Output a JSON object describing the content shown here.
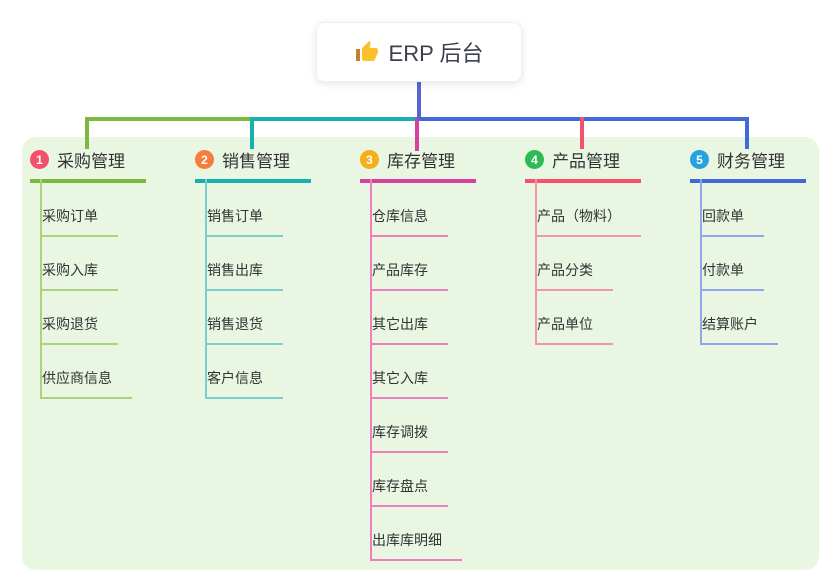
{
  "root": {
    "title": "ERP 后台",
    "icon": "thumbs-up-icon"
  },
  "panel_color": "#e9f6e2",
  "connectors": {
    "root_stem_color": "#5964d4"
  },
  "branches": [
    {
      "index": "1",
      "label": "采购管理",
      "badge_color": "#f3516b",
      "line_color": "#7eb73d",
      "child_line_color": "#a9d47d",
      "children": [
        "采购订单",
        "采购入库",
        "采购退货",
        "供应商信息"
      ]
    },
    {
      "index": "2",
      "label": "销售管理",
      "badge_color": "#f57e3e",
      "line_color": "#14b1ae",
      "child_line_color": "#79d0ca",
      "children": [
        "销售订单",
        "销售出库",
        "销售退货",
        "客户信息"
      ]
    },
    {
      "index": "3",
      "label": "库存管理",
      "badge_color": "#f9ad19",
      "line_color": "#d6419f",
      "child_line_color": "#ee7fc1",
      "children": [
        "仓库信息",
        "产品库存",
        "其它出库",
        "其它入库",
        "库存调拨",
        "库存盘点",
        "出库库明细"
      ]
    },
    {
      "index": "4",
      "label": "产品管理",
      "badge_color": "#2dbb55",
      "line_color": "#f4516c",
      "child_line_color": "#f895a2",
      "children": [
        "产品（物料）",
        "产品分类",
        "产品单位"
      ]
    },
    {
      "index": "5",
      "label": "财务管理",
      "badge_color": "#27a2de",
      "line_color": "#4169d9",
      "child_line_color": "#90a8ea",
      "children": [
        "回款单",
        "付款单",
        "结算账户"
      ]
    }
  ]
}
